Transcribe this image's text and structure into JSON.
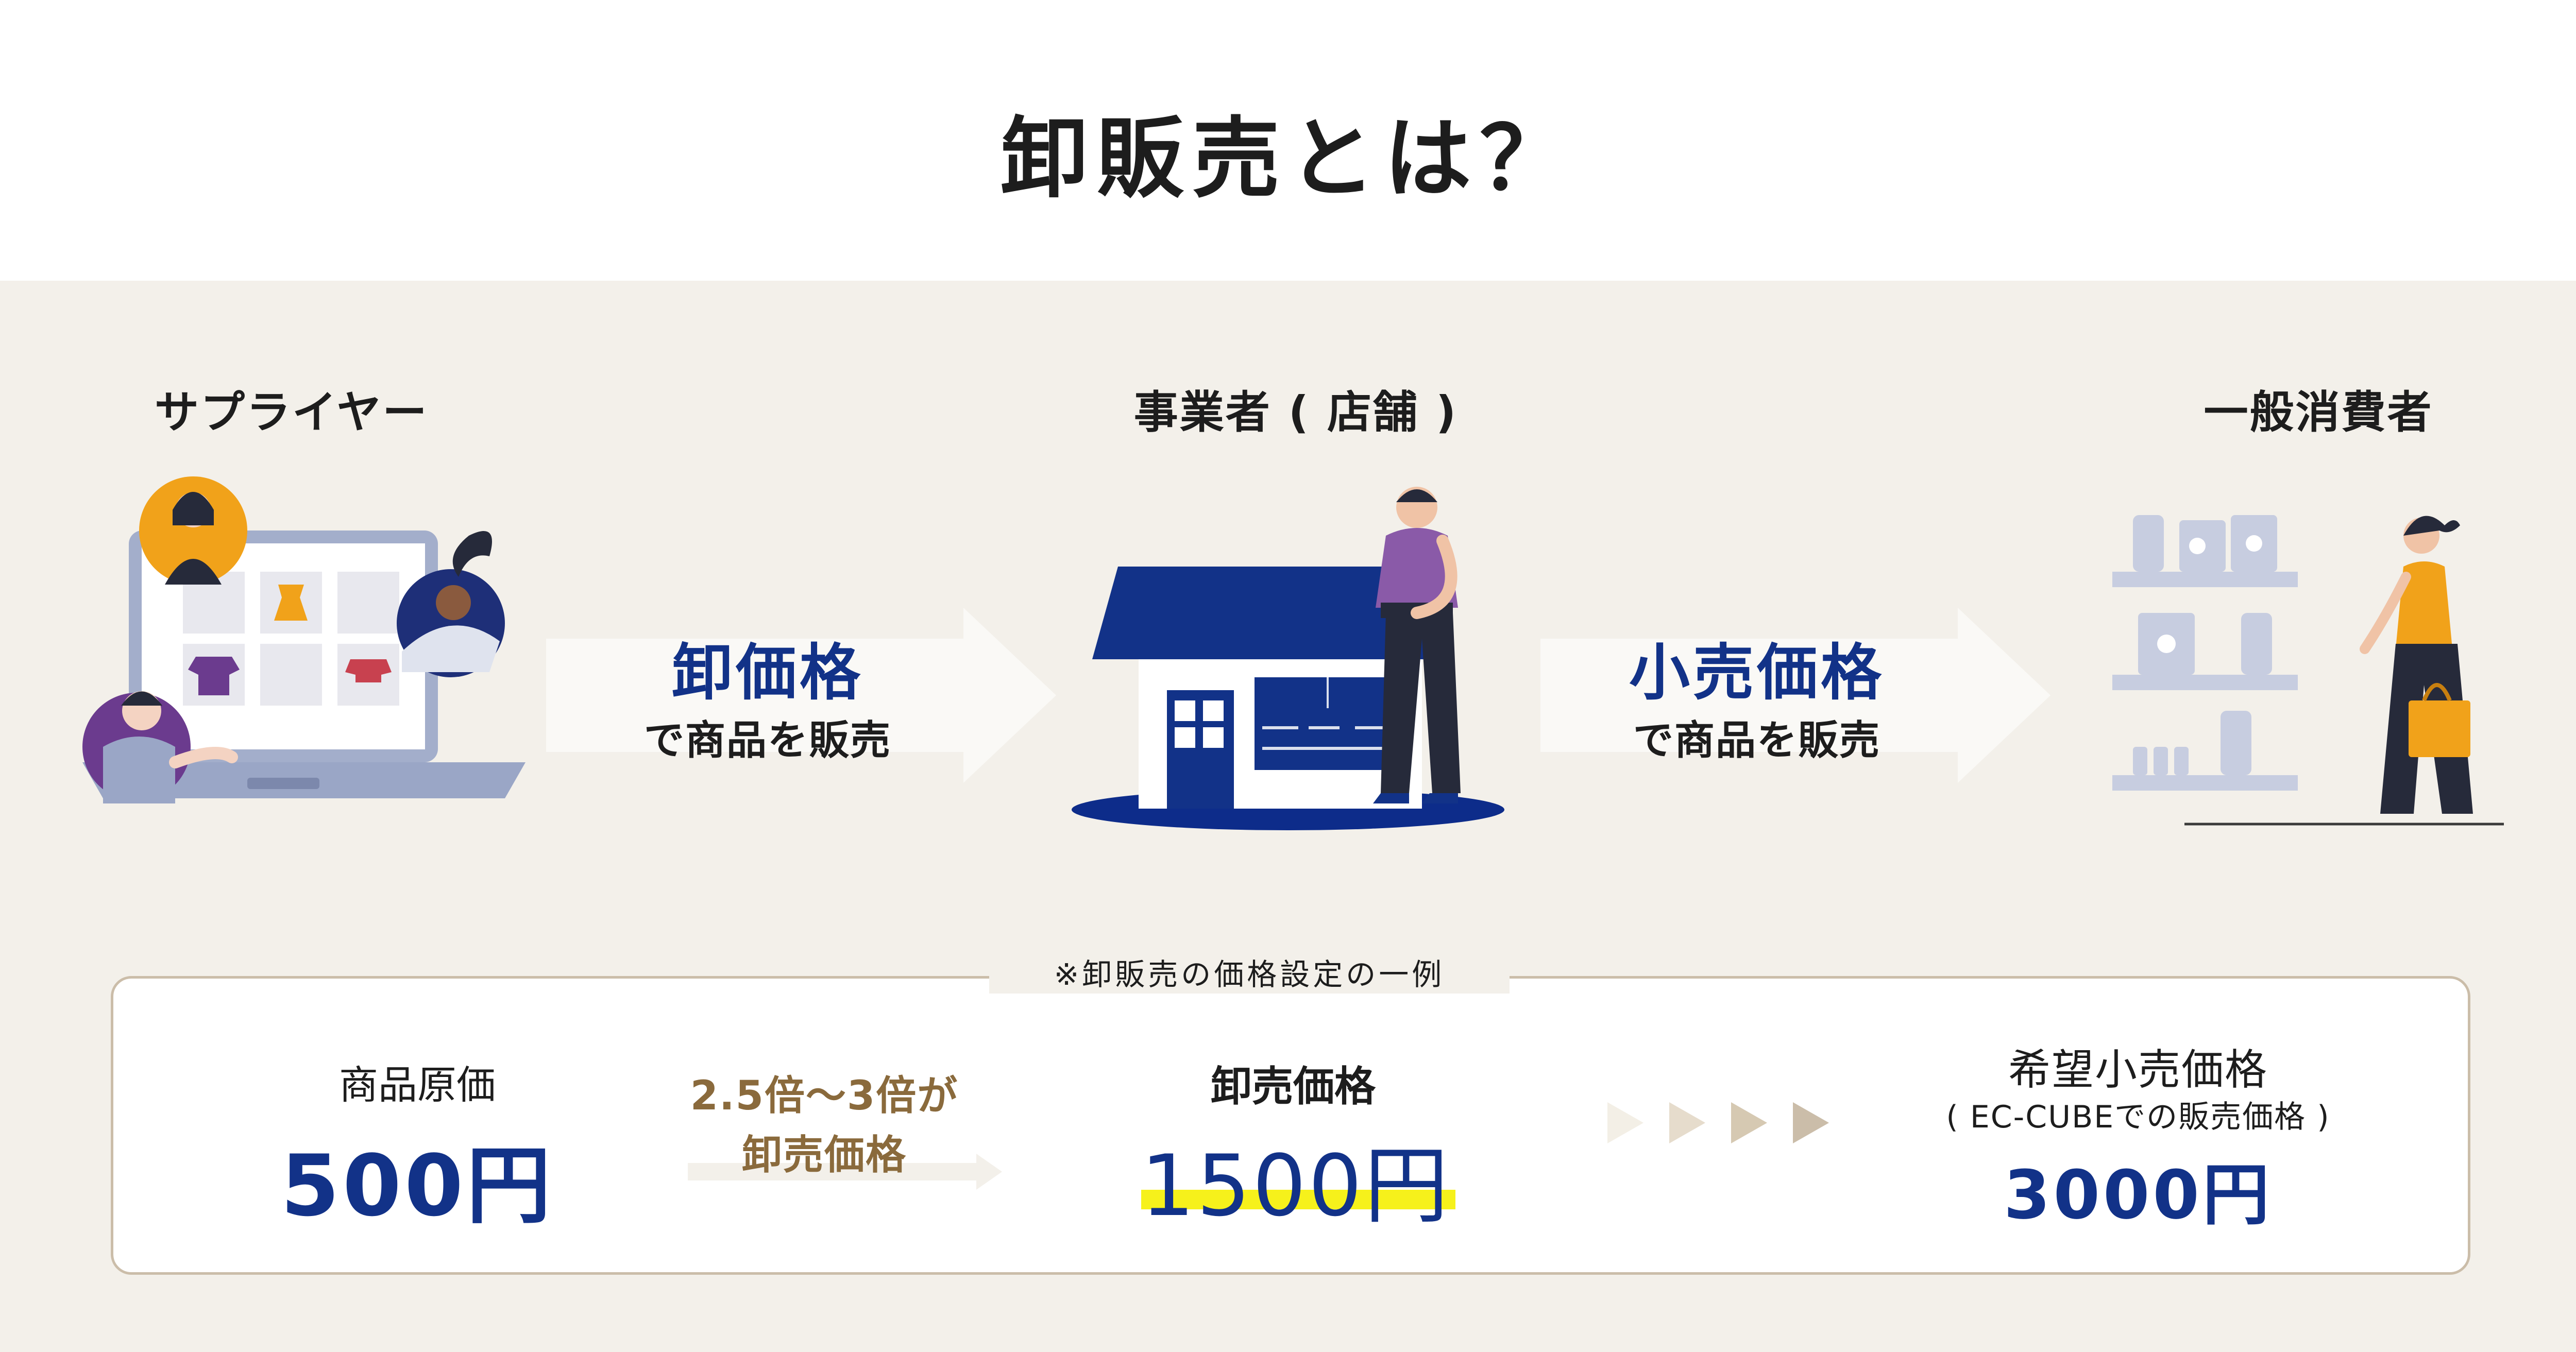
{
  "title": "卸販売とは？",
  "colors": {
    "navy": "#123288",
    "band_background": "#f3f0ea",
    "accent_brown": "#8a6a3c",
    "highlight_yellow": "#f6f11b",
    "box_border": "#cbbda9"
  },
  "actors": {
    "supplier": "サプライヤー",
    "business": "事業者 ( 店舗 )",
    "consumer": "一般消費者"
  },
  "flows": [
    {
      "price": "卸価格",
      "caption": "で商品を販売"
    },
    {
      "price": "小売価格",
      "caption": "で商品を販売"
    }
  ],
  "example": {
    "caption": "※卸販売の価格設定の一例",
    "cost": {
      "label": "商品原価",
      "value": "500円"
    },
    "multiplier": {
      "line1": "2.5倍〜3倍が",
      "line2": "卸売価格"
    },
    "wholesale": {
      "label": "卸売価格",
      "value": "1500円"
    },
    "retail": {
      "label": "希望小売価格",
      "sub": "( EC-CUBEでの販売価格 )",
      "value": "3000円"
    }
  },
  "icons": [
    "laptop-suppliers-illustration",
    "store-owner-illustration",
    "shopper-illustration",
    "arrow-icon",
    "chevron-right-icon"
  ]
}
